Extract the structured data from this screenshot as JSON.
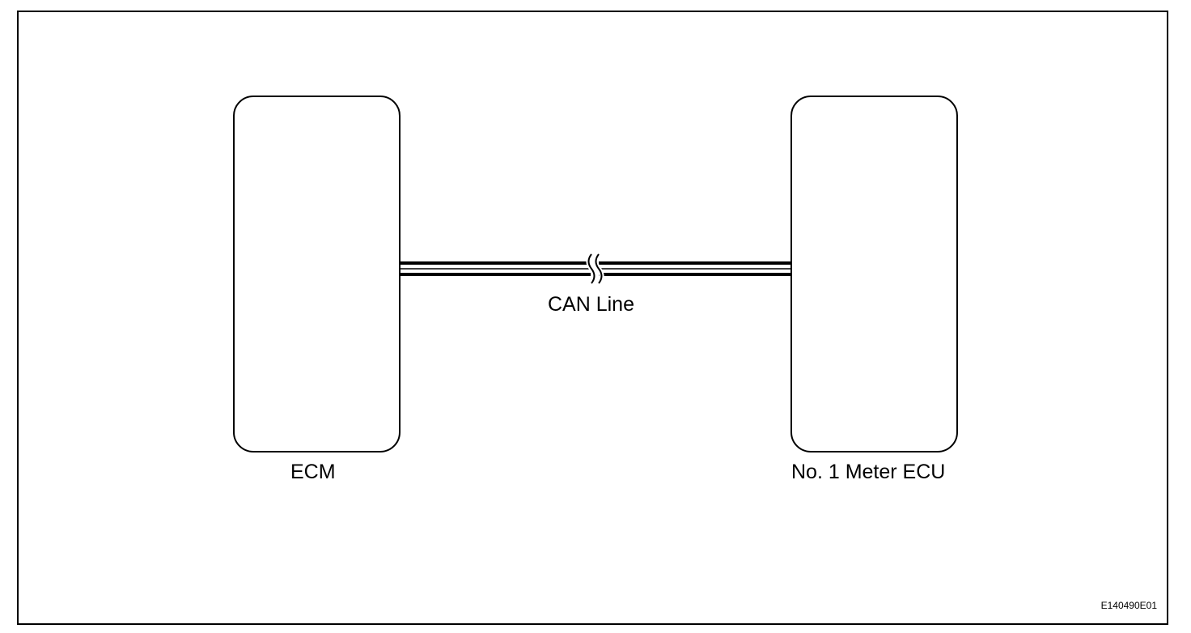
{
  "modules": {
    "left": {
      "label": "ECM"
    },
    "right": {
      "label": "No. 1 Meter ECU"
    }
  },
  "bus": {
    "label": "CAN Line"
  },
  "figure_id": "E140490E01",
  "colors": {
    "stroke": "#000000",
    "background": "#ffffff"
  }
}
